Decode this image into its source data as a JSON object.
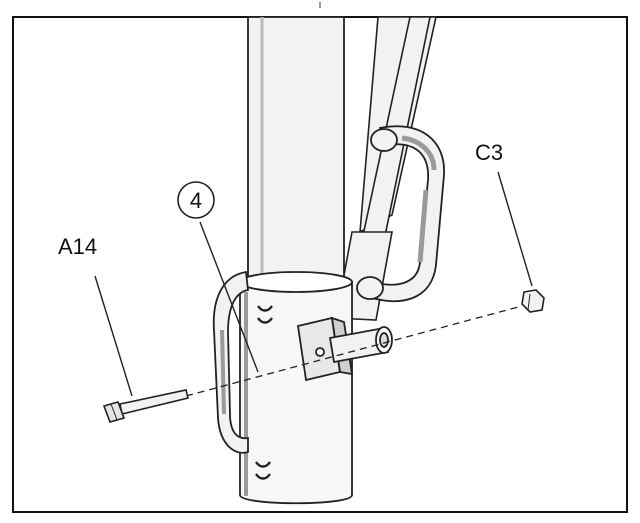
{
  "diagram": {
    "labels": {
      "bolt": "A14",
      "nut": "C3",
      "part_callout": "4"
    },
    "colors": {
      "background": "#ffffff",
      "frame": "#111111",
      "line": "#222222",
      "tube_fill": "#f2f2f2",
      "shade": "#9a9a9a",
      "bracket_fill": "#e8e8e8"
    },
    "icons": {
      "bolt": "hex-bolt-icon",
      "nut": "hex-nut-icon",
      "callout": "circled-number-callout"
    }
  }
}
